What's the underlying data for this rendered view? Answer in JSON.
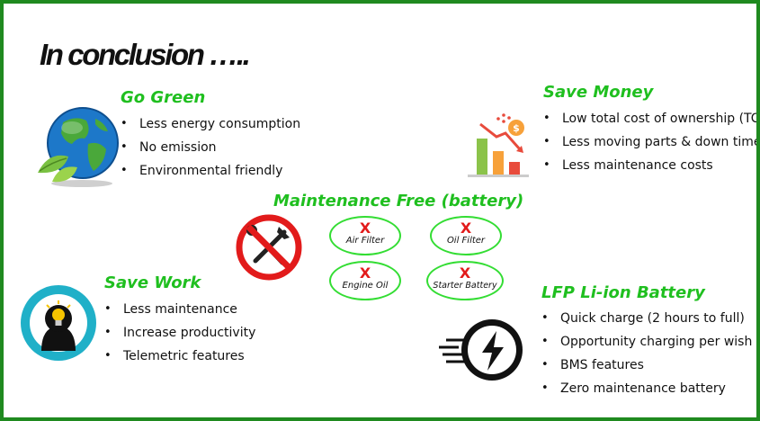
{
  "title": "In conclusion …..",
  "go_green": {
    "heading": "Go Green",
    "bullets": [
      "Less energy consumption",
      "No emission",
      "Environmental friendly"
    ]
  },
  "save_money": {
    "heading": "Save Money",
    "bullets": [
      "Low total cost of ownership (TCO)",
      "Less moving parts & down time",
      "Less maintenance costs"
    ]
  },
  "maintenance": {
    "heading": "Maintenance Free (battery)",
    "mark": "X",
    "items": [
      "Air Filter",
      "Oil Filter",
      "Engine Oil",
      "Starter Battery"
    ]
  },
  "save_work": {
    "heading": "Save Work",
    "bullets": [
      "Less maintenance",
      "Increase productivity",
      "Telemetric features"
    ]
  },
  "lfp": {
    "heading": "LFP Li-ion Battery",
    "bullets": [
      "Quick charge (2 hours to full)",
      "Opportunity charging per wish",
      "BMS features",
      "Zero maintenance battery"
    ]
  },
  "colors": {
    "border": "#1f8a1f",
    "heading_green": "#1fbf1f",
    "oval_green": "#33dd33",
    "x_red": "#e21b1b",
    "work_teal": "#20b0c8"
  },
  "icons": [
    "earth-leaf-icon",
    "money-down-chart-icon",
    "no-tools-icon",
    "lightbulb-head-icon",
    "fast-charge-icon"
  ]
}
